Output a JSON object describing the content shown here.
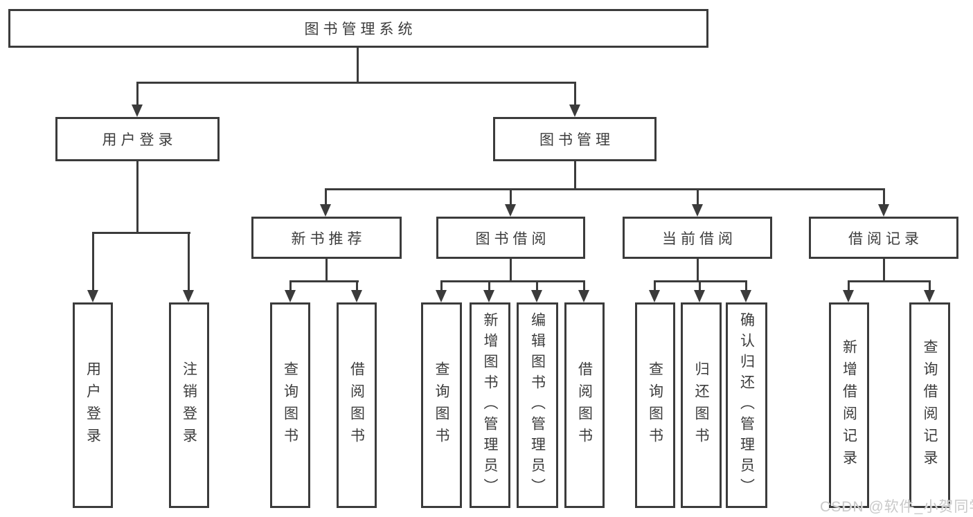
{
  "diagram": {
    "root": "图书管理系统",
    "level2": [
      "用户登录",
      "图书管理"
    ],
    "level3": [
      "新书推荐",
      "图书借阅",
      "当前借阅",
      "借阅记录"
    ],
    "leaves": {
      "user_login": [
        "用户登录",
        "注销登录"
      ],
      "new_book": [
        "查询图书",
        "借阅图书"
      ],
      "book_borrow": [
        "查询图书",
        "新增图书（管理员）",
        "编辑图书（管理员）",
        "借阅图书"
      ],
      "current_borrow": [
        "查询图书",
        "归还图书",
        "确认归还（管理员）"
      ],
      "borrow_record": [
        "新增借阅记录",
        "查询借阅记录"
      ]
    }
  },
  "watermark": {
    "text": "CSDN @软件_小贺同学"
  },
  "colors": {
    "line": "#3b3b3b",
    "text": "#3c3c3c",
    "background": "#ffffff",
    "watermark": "#c9c9c9"
  }
}
